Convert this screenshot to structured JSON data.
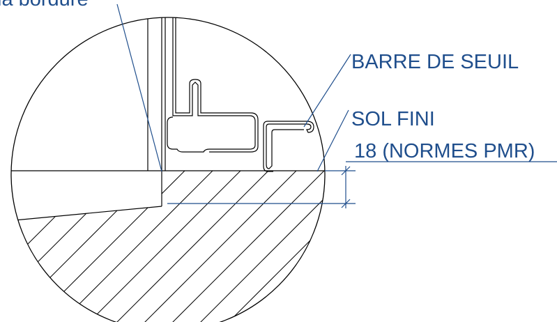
{
  "labels": {
    "top_left": "la bordure",
    "threshold_bar": "BARRE DE SEUIL",
    "finished_floor": "SOL FINI",
    "dimension": "18 (NORMES PMR)"
  },
  "colors": {
    "label_text": "#1f4e8c",
    "leader_line": "#1f4e8c",
    "drawing_line": "#000000",
    "background": "#ffffff"
  }
}
